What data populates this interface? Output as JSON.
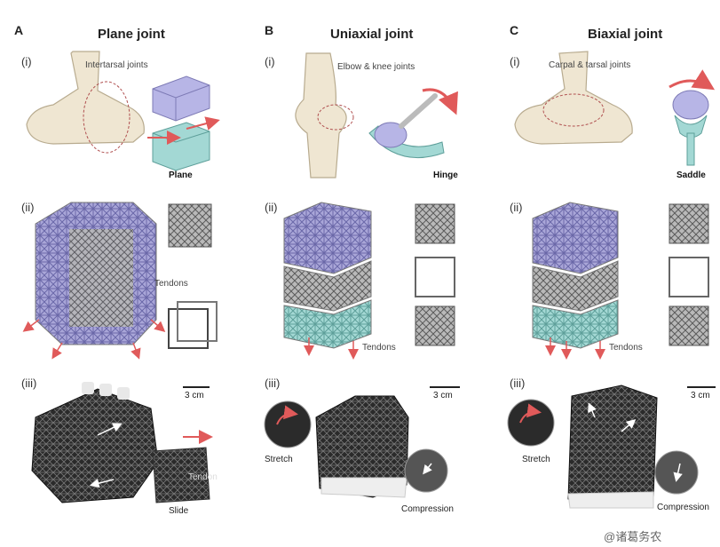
{
  "panels": [
    {
      "letter": "A",
      "title": "Plane joint",
      "sub_i": "(i)",
      "sub_ii": "(ii)",
      "sub_iii": "(iii)",
      "anatomy_label": "Intertarsal joints",
      "joint_type_label": "Plane",
      "tendon_label": "Tendons",
      "scale_label": "3 cm",
      "motion_label": "Slide",
      "inset_label": "Tendon"
    },
    {
      "letter": "B",
      "title": "Uniaxial joint",
      "sub_i": "(i)",
      "sub_ii": "(ii)",
      "sub_iii": "(iii)",
      "anatomy_label": "Elbow & knee joints",
      "joint_type_label": "Hinge",
      "tendon_label": "Tendons",
      "scale_label": "3 cm",
      "motion_label_1": "Stretch",
      "motion_label_2": "Compression"
    },
    {
      "letter": "C",
      "title": "Biaxial joint",
      "sub_i": "(i)",
      "sub_ii": "(ii)",
      "sub_iii": "(iii)",
      "anatomy_label": "Carpal & tarsal joints",
      "joint_type_label": "Saddle",
      "tendon_label": "Tendons",
      "scale_label": "3 cm",
      "motion_label_1": "Stretch",
      "motion_label_2": "Compression"
    }
  ],
  "watermark": "@诸葛务农",
  "colors": {
    "lattice_purple": "#a9a6d8",
    "lattice_teal": "#a3d8d4",
    "lattice_gray": "#8c8c8c",
    "arrow_red": "#e05a5a",
    "bone": "#efe6d2"
  }
}
